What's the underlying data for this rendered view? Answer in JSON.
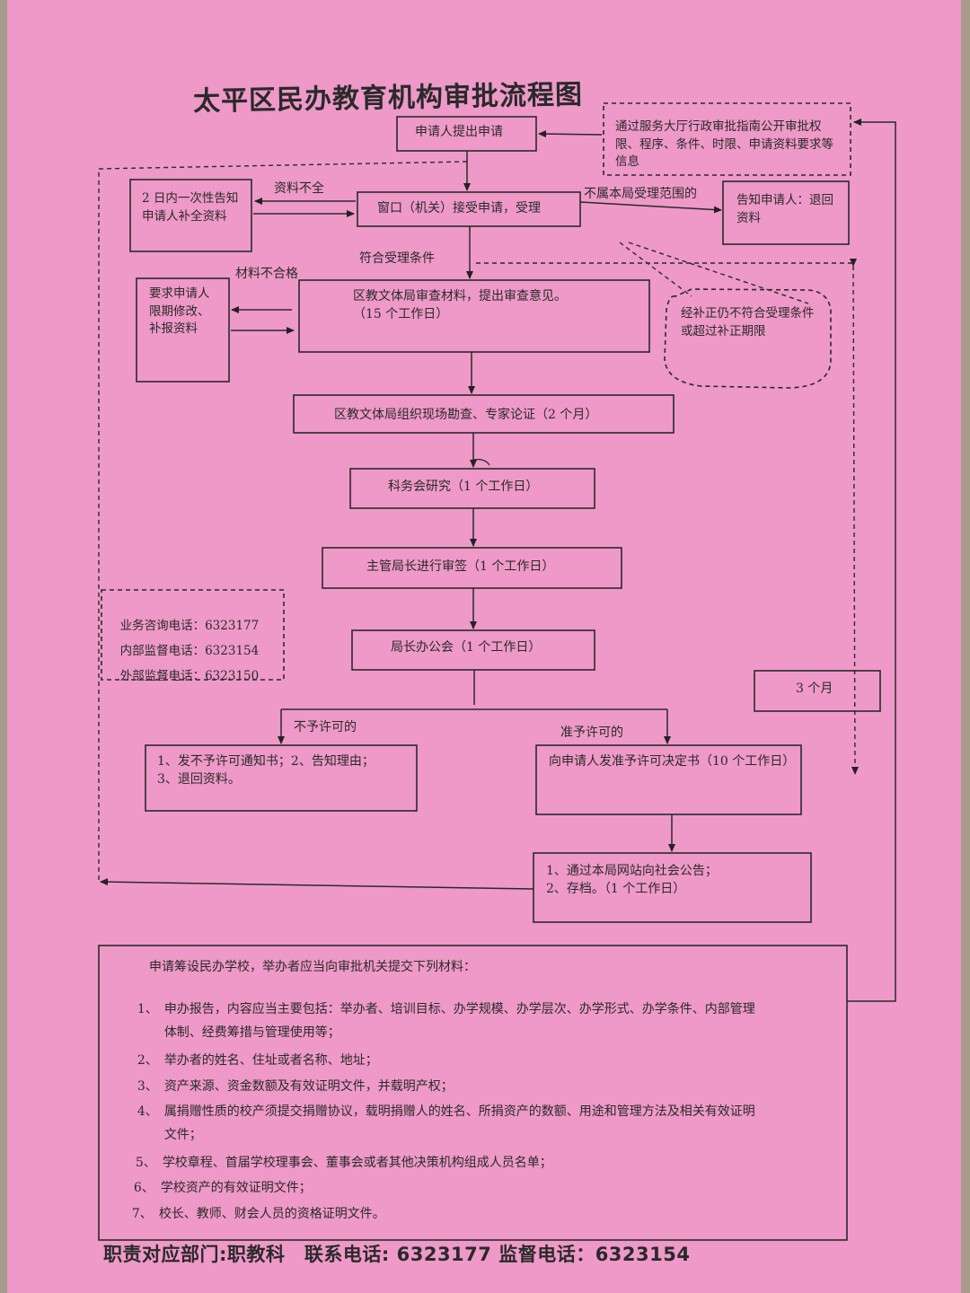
{
  "title": "太平区民办教育机构审批流程图",
  "flow": {
    "apply": "申请人提出申请",
    "info_guide": "通过服务大厅行政审批指南公开审批权限、程序、条件、时限、申请资料要求等信息",
    "label_incomplete": "资料不全",
    "window_accept": "窗口（机关）接受申请，受理",
    "label_not_scope": "不属本局受理范围的",
    "notify_supplement": "2 日内一次性告知申请人补全资料",
    "notify_return": "告知申请人：退回资料",
    "label_accept": "符合受理条件",
    "label_unqualified": "材料不合格",
    "require_modify": "要求申请人限期修改、补报资料",
    "review": "区教文体局审查材料，提出审查意见。\n（15 个工作日）",
    "reject_note": "经补正仍不符合受理条件或超过补正期限",
    "inspection": "区教文体局组织现场勘查、专家论证（2 个月）",
    "section_meeting": "科务会研究（1 个工作日）",
    "director_sign": "主管局长进行审签（1 个工作日）",
    "bureau_meeting": "局长办公会（1 个工作日）",
    "three_months": "3 个月",
    "label_deny": "不予许可的",
    "label_approve": "准予许可的",
    "deny_actions": "1、发不予许可通知书；2、告知理由；\n3、退回资料。",
    "approve_decision": "向申请人发准予许可决定书（10 个工作日）",
    "publish": "1、通过本局网站向社会公告；\n2、存档。（1 个工作日）"
  },
  "contacts": {
    "consult": "业务咨询电话：6323177",
    "internal": "内部监督电话：6323154",
    "external": "外部监督电话：6323150"
  },
  "materials": {
    "intro": "申请筹设民办学校，举办者应当向审批机关提交下列材料：",
    "items": [
      {
        "num": "1、",
        "text": "申办报告，内容应当主要包括：举办者、培训目标、办学规模、办学层次、办学形式、办学条件、内部管理",
        "cont": "体制、经费筹措与管理使用等；"
      },
      {
        "num": "2、",
        "text": "举办者的姓名、住址或者名称、地址；"
      },
      {
        "num": "3、",
        "text": "资产来源、资金数额及有效证明文件，并载明产权；"
      },
      {
        "num": "4、",
        "text": "属捐赠性质的校产须提交捐赠协议，载明捐赠人的姓名、所捐资产的数额、用途和管理方法及相关有效证明",
        "cont": "文件；"
      },
      {
        "num": "5、",
        "text": "学校章程、首届学校理事会、董事会或者其他决策机构组成人员名单；"
      },
      {
        "num": "6、",
        "text": "学校资产的有效证明文件；"
      },
      {
        "num": "7、",
        "text": "校长、教师、财会人员的资格证明文件。"
      }
    ]
  },
  "footer": "职责对应部门:职教科　联系电话: 6323177 监督电话：6323154"
}
